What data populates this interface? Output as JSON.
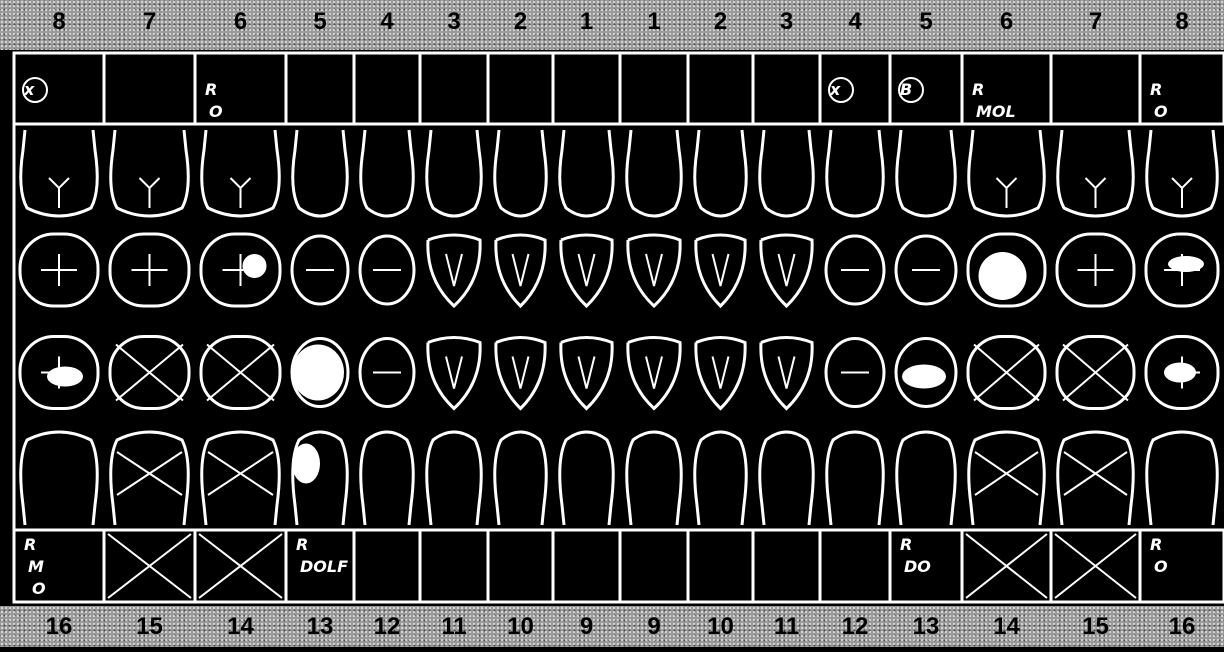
{
  "top_numbers": [
    "8",
    "7",
    "6",
    "5",
    "4",
    "3",
    "2",
    "1",
    "1",
    "2",
    "3",
    "4",
    "5",
    "6",
    "7",
    "8"
  ],
  "bottom_numbers": [
    "16",
    "15",
    "14",
    "13",
    "12",
    "11",
    "10",
    "9",
    "9",
    "10",
    "11",
    "12",
    "13",
    "14",
    "15",
    "16"
  ],
  "top_boxes": [
    {
      "notes": [
        "x"
      ],
      "circled": true
    },
    {
      "notes": [],
      "crossed": false
    },
    {
      "notes": [
        "R",
        "O"
      ]
    },
    {
      "notes": []
    },
    {
      "notes": []
    },
    {
      "notes": []
    },
    {
      "notes": []
    },
    {
      "notes": []
    },
    {
      "notes": []
    },
    {
      "notes": []
    },
    {
      "notes": []
    },
    {
      "notes": [
        "x"
      ],
      "circled": true
    },
    {
      "notes": [
        "B"
      ],
      "circled": true
    },
    {
      "notes": [
        "R",
        "MOL"
      ]
    },
    {
      "notes": []
    },
    {
      "notes": [
        "R",
        "O"
      ]
    }
  ],
  "bottom_boxes": [
    {
      "notes": [
        "R",
        "M",
        "O"
      ]
    },
    {
      "notes": [],
      "crossed": true
    },
    {
      "notes": [],
      "crossed": true
    },
    {
      "notes": [
        "R",
        "DOLF"
      ]
    },
    {
      "notes": []
    },
    {
      "notes": []
    },
    {
      "notes": []
    },
    {
      "notes": []
    },
    {
      "notes": []
    },
    {
      "notes": []
    },
    {
      "notes": []
    },
    {
      "notes": []
    },
    {
      "notes": [
        "R",
        "DO"
      ]
    },
    {
      "notes": [],
      "crossed": true
    },
    {
      "notes": [],
      "crossed": true
    },
    {
      "notes": [
        "R",
        "O"
      ]
    }
  ],
  "colors": {
    "line": "#ffffff",
    "background": "#000000",
    "fill": "#ffffff"
  }
}
